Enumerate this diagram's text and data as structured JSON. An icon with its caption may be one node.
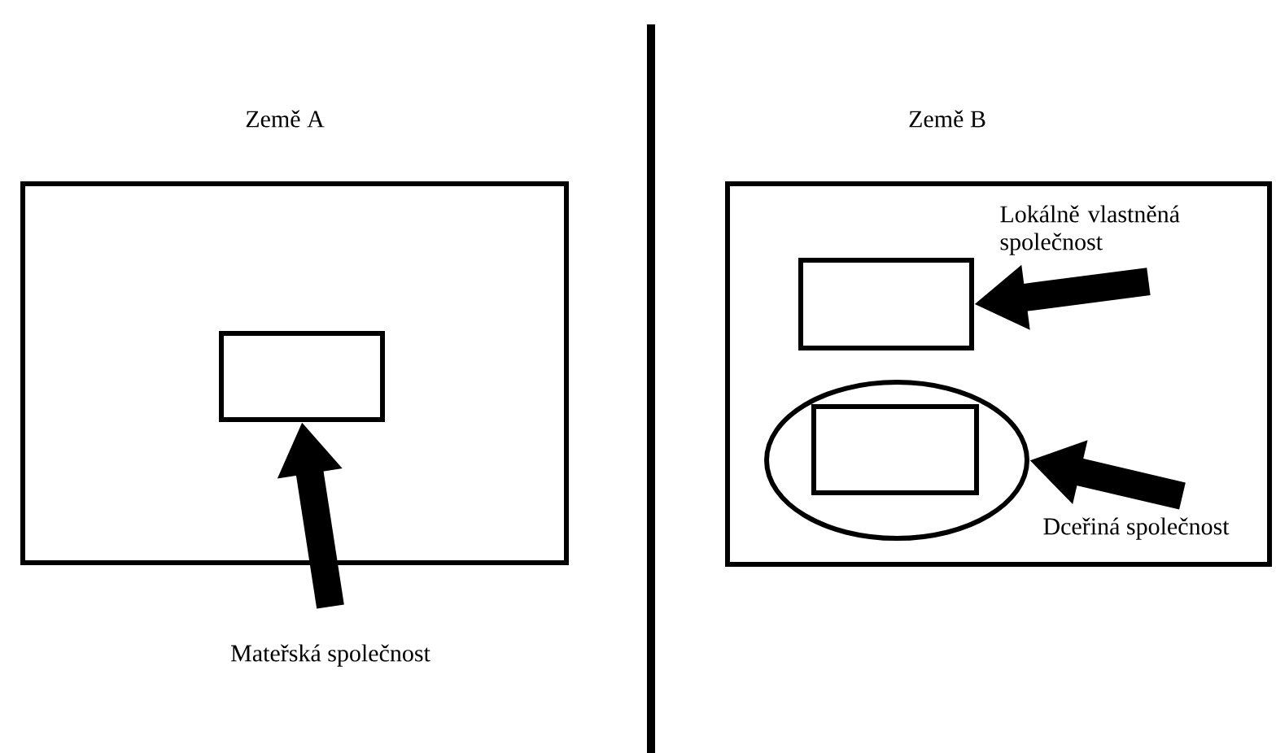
{
  "diagram": {
    "nodes": [
      {
        "text": [
          "Země A"
        ]
      },
      {
        "text": [],
        "shape": "box",
        "in": 0
      },
      {
        "text": [
          "Mateřská společnost"
        ]
      },
      {
        "text": [
          "Země B"
        ]
      },
      {
        "text": [],
        "shape": "box",
        "in": 3
      },
      {
        "text": [
          "Lokálně vlastněná společnost"
        ],
        "in": 3
      },
      {
        "text": [],
        "shape": "ellipse",
        "in": 3
      },
      {
        "text": [],
        "shape": "box",
        "in": 6
      },
      {
        "text": [
          "Dceřiná společnost"
        ],
        "in": 3
      }
    ],
    "edges": [
      {
        "from": 2,
        "to": 1,
        "arrow": "to"
      },
      {
        "from": 5,
        "to": 4,
        "arrow": "to"
      },
      {
        "from": 8,
        "to": 6,
        "arrow": "to"
      }
    ]
  }
}
